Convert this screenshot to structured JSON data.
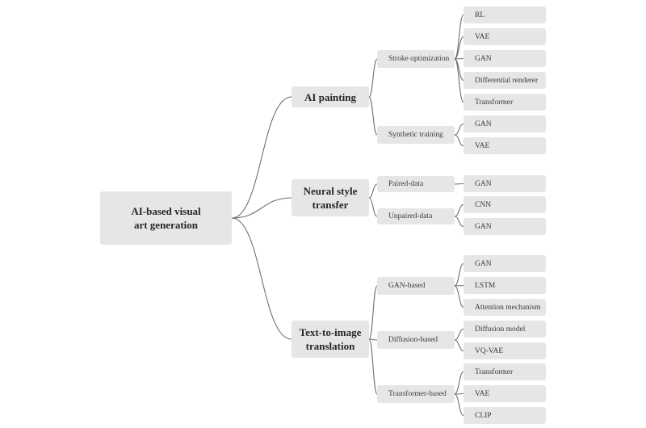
{
  "diagram": {
    "root": "AI-based visual\nart generation",
    "branches": [
      {
        "label": "AI painting",
        "children": [
          {
            "label": "Stroke optimization",
            "leaves": [
              "RL",
              "VAE",
              "GAN",
              "Differential renderer",
              "Transformer"
            ]
          },
          {
            "label": "Synthetic training",
            "leaves": [
              "GAN",
              "VAE"
            ]
          }
        ]
      },
      {
        "label": "Neural style\ntransfer",
        "children": [
          {
            "label": "Paired-data",
            "leaves": [
              "GAN"
            ]
          },
          {
            "label": "Unpaired-data",
            "leaves": [
              "CNN",
              "GAN"
            ]
          }
        ]
      },
      {
        "label": "Text-to-image\ntranslation",
        "children": [
          {
            "label": "GAN-based",
            "leaves": [
              "GAN",
              "LSTM",
              "Attention mechanism"
            ]
          },
          {
            "label": "Diffusion-based",
            "leaves": [
              "Diffusion model",
              "VQ-VAE"
            ]
          },
          {
            "label": "Transformer-based",
            "leaves": [
              "Transformer",
              "VAE",
              "CLIP"
            ]
          }
        ]
      }
    ]
  }
}
